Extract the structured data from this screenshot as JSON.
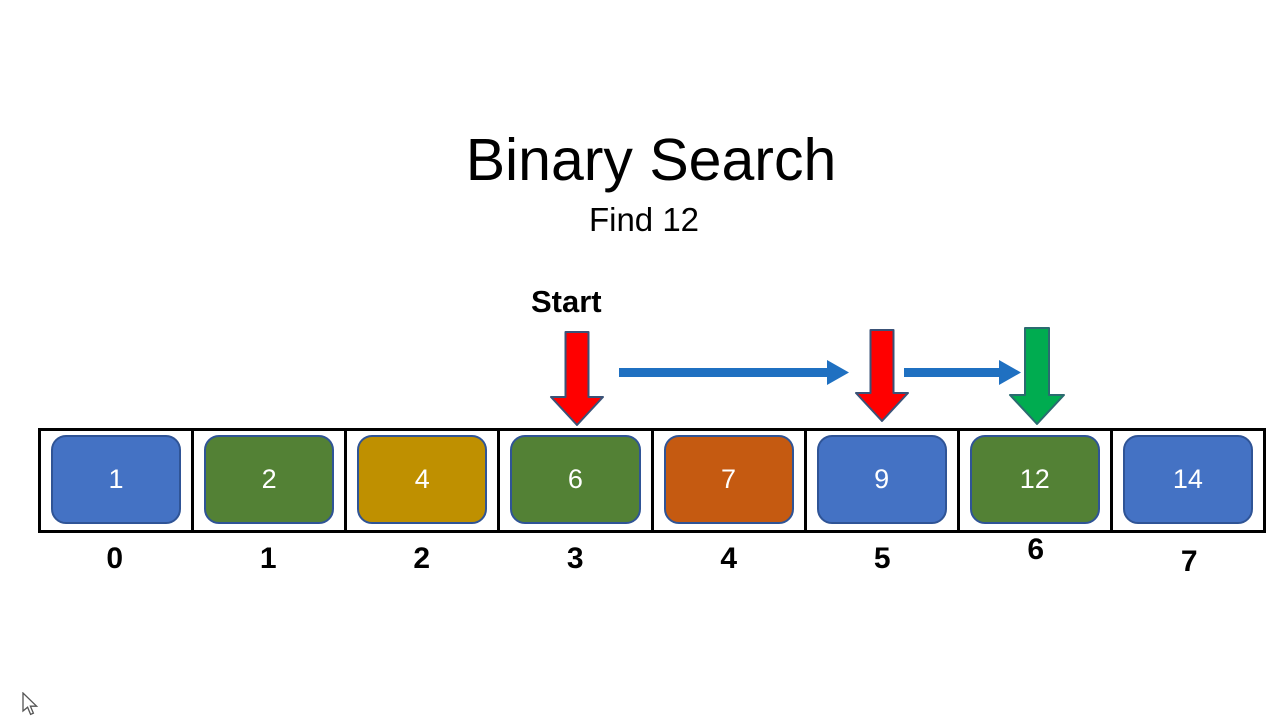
{
  "slide": {
    "title": "Binary Search",
    "subtitle": "Find 12",
    "start_label": "Start"
  },
  "array": {
    "box_outline": "#2F5496",
    "cells": [
      {
        "index": "0",
        "value": "1",
        "fill": "#4472C4"
      },
      {
        "index": "1",
        "value": "2",
        "fill": "#538135"
      },
      {
        "index": "2",
        "value": "4",
        "fill": "#BF9000"
      },
      {
        "index": "3",
        "value": "6",
        "fill": "#538135"
      },
      {
        "index": "4",
        "value": "7",
        "fill": "#C55A11"
      },
      {
        "index": "5",
        "value": "9",
        "fill": "#4472C4"
      },
      {
        "index": "6",
        "value": "12",
        "fill": "#538135"
      },
      {
        "index": "7",
        "value": "14",
        "fill": "#4472C4"
      }
    ]
  },
  "pointers": {
    "start_arrow": {
      "shape": "down-arrow",
      "fill": "#FF0000",
      "outline": "#3A5277",
      "target_index": 3
    },
    "step_arrow_1": {
      "shape": "right-arrow",
      "fill": "#1F70C1",
      "from_index": 3,
      "to_index": 5
    },
    "mid_arrow": {
      "shape": "down-arrow",
      "fill": "#FF0000",
      "outline": "#3A5277",
      "target_index": 5
    },
    "step_arrow_2": {
      "shape": "right-arrow",
      "fill": "#1F70C1",
      "from_index": 5,
      "to_index": 6
    },
    "found_arrow": {
      "shape": "down-arrow",
      "fill": "#00AC50",
      "outline": "#2B6B70",
      "target_index": 6
    }
  }
}
